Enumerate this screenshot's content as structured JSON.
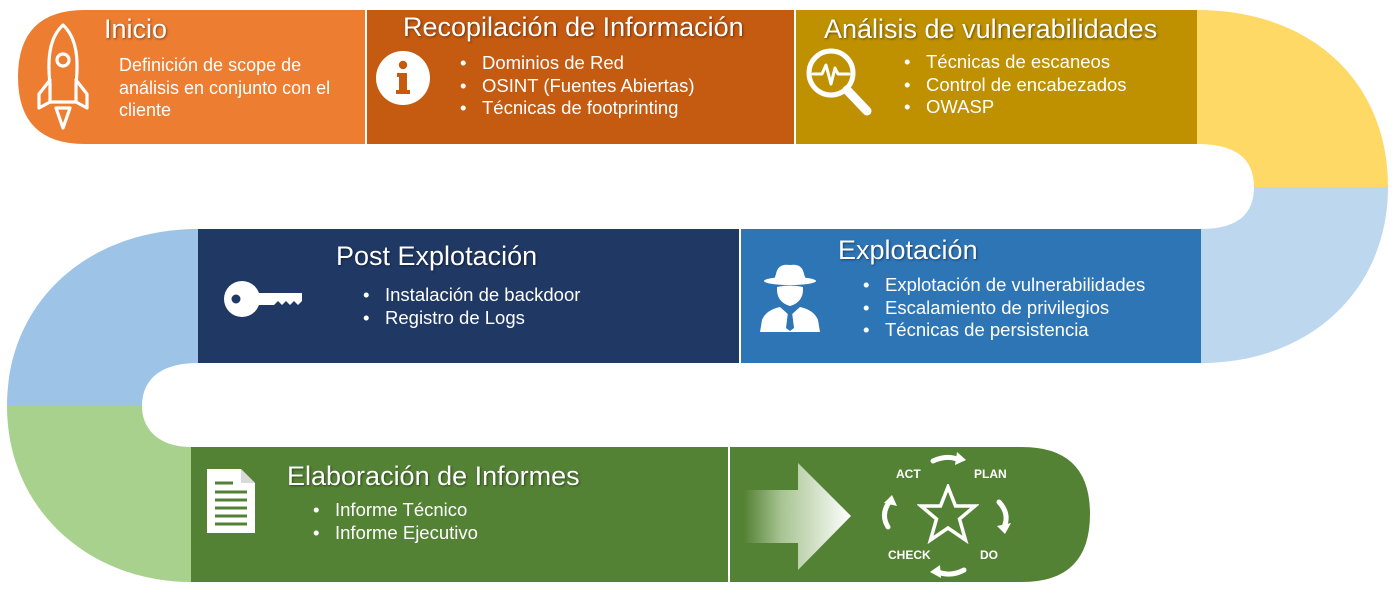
{
  "stages": [
    {
      "id": "inicio",
      "title": "Inicio",
      "description": "Definición de scope de análisis en conjunto con el cliente",
      "icon": "rocket-icon",
      "color": "#ED7D31"
    },
    {
      "id": "recopilacion",
      "title": "Recopilación de Información",
      "items": [
        "Dominios de Red",
        "OSINT (Fuentes Abiertas)",
        "Técnicas de footprinting"
      ],
      "icon": "info-icon",
      "color": "#C55A11"
    },
    {
      "id": "analisis",
      "title": "Análisis de vulnerabilidades",
      "items": [
        "Técnicas de escaneos",
        "Control de encabezados",
        "OWASP"
      ],
      "icon": "magnifier-pulse-icon",
      "color": "#BF9000"
    },
    {
      "id": "explotacion",
      "title": "Explotación",
      "items": [
        "Explotación de vulnerabilidades",
        "Escalamiento de privilegios",
        "Técnicas de persistencia"
      ],
      "icon": "spy-icon",
      "color": "#2E75B6"
    },
    {
      "id": "post",
      "title": "Post Explotación",
      "items": [
        "Instalación de backdoor",
        "Registro de Logs"
      ],
      "icon": "key-icon",
      "color": "#203864"
    },
    {
      "id": "informes",
      "title": "Elaboración de Informes",
      "items": [
        "Informe Técnico",
        "Informe Ejecutivo"
      ],
      "icon": "document-icon",
      "color": "#548235"
    }
  ],
  "cycle": {
    "labels": {
      "act": "ACT",
      "plan": "PLAN",
      "do": "DO",
      "check": "CHECK"
    },
    "icon": "star-icon"
  },
  "colors": {
    "curve_yellow": "#FFD966",
    "curve_light_blue": "#BDD7EE",
    "curve_mid_blue": "#9DC3E6",
    "curve_green": "#A9D18E",
    "final_green": "#548235"
  }
}
